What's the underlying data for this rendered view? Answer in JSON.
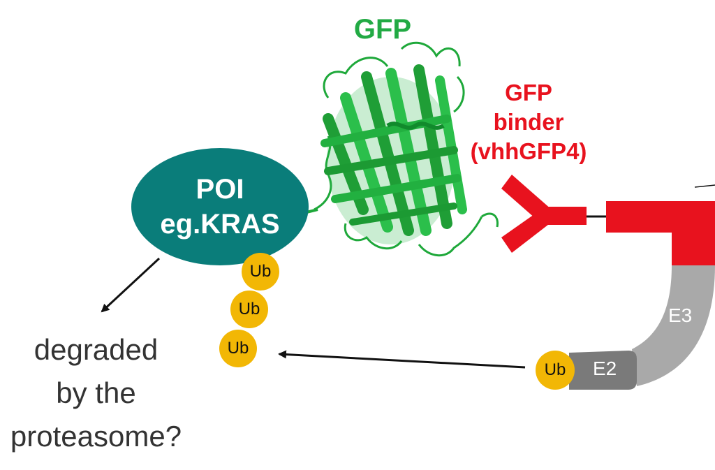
{
  "title": "GFP",
  "binder_label": {
    "line1": "GFP",
    "line2": "binder",
    "line3": "(vhhGFP4)"
  },
  "poi": {
    "line1": "POI",
    "line2": "eg.KRAS"
  },
  "ubiquitin_chain": [
    "Ub",
    "Ub",
    "Ub"
  ],
  "e2_complex": {
    "ub": "Ub",
    "e2": "E2"
  },
  "e3_label": "E3",
  "outcome": {
    "line1": "degraded",
    "line2": "by the",
    "line3": "proteasome?"
  },
  "colors": {
    "gfp": "#22aa44",
    "binder": "#e8121e",
    "poi": "#0a7d7a",
    "ubiquitin": "#f2b705",
    "e3": "#a9a9a9",
    "e2": "#7a7a7a"
  }
}
